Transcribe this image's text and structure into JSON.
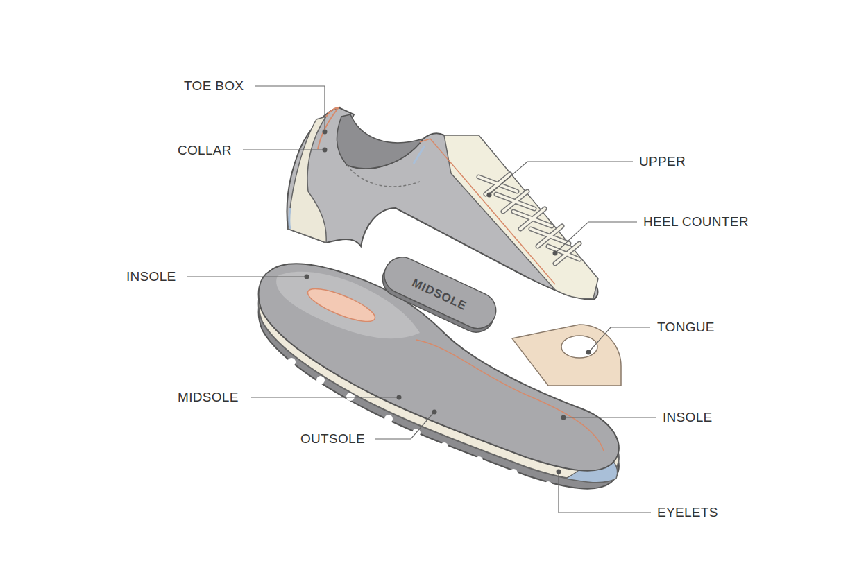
{
  "diagram": {
    "nodes": [
      {
        "text": [
          "MIDSOLE"
        ]
      }
    ],
    "labels": [
      "TOE BOX",
      "COLLAR",
      "UPPER",
      "HEEL COUNTER",
      "INSOLE",
      "TONGUE",
      "MIDSOLE",
      "INSOLE",
      "OUTSOLE",
      "EYELETS"
    ]
  }
}
